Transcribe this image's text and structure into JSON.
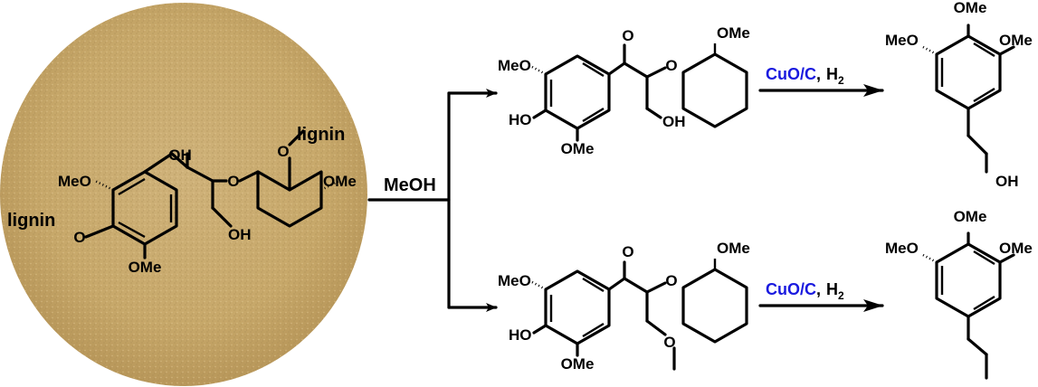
{
  "colors": {
    "background": "#ffffff",
    "ink": "#000000",
    "catalyst": "#1a1adf",
    "sawdust": "#c7a86a"
  },
  "icons": {
    "sawdust_disc": "sawdust-texture-circle"
  },
  "lignin_model": {
    "labels": {
      "oh_top": "OH",
      "lignin_right": "lignin",
      "meo_left": "MeO",
      "ome_right": "OMe",
      "lignin_left": "lignin",
      "ome_bottom": "OMe",
      "oh_chain": "OH",
      "o_ether": "O",
      "o_lignin_right": "O",
      "o_lignin_left": "O"
    }
  },
  "split_reagent": "MeOH",
  "top_row": {
    "intermediate": {
      "meo": "MeO",
      "ho": "HO",
      "ome_bottom": "OMe",
      "ome_right": "OMe",
      "oh_chain": "OH",
      "o_methoxy": "O",
      "o_ether": "O"
    },
    "reagent": {
      "catalyst": "CuO/C",
      "comma": ",",
      "h2": "H",
      "h2_sub": "2"
    },
    "product": {
      "meo": "MeO",
      "ome_top": "OMe",
      "ome_right": "OMe",
      "oh_chain": "OH"
    }
  },
  "bottom_row": {
    "intermediate": {
      "meo": "MeO",
      "ho": "HO",
      "ome_bottom": "OMe",
      "ome_right": "OMe",
      "o_methoxy": "O",
      "o_chain": "O",
      "o_ether": "O"
    },
    "reagent": {
      "catalyst": "CuO/C",
      "comma": ",",
      "h2": "H",
      "h2_sub": "2"
    },
    "product": {
      "meo": "MeO",
      "ome_top": "OMe",
      "ome_right": "OMe"
    }
  }
}
